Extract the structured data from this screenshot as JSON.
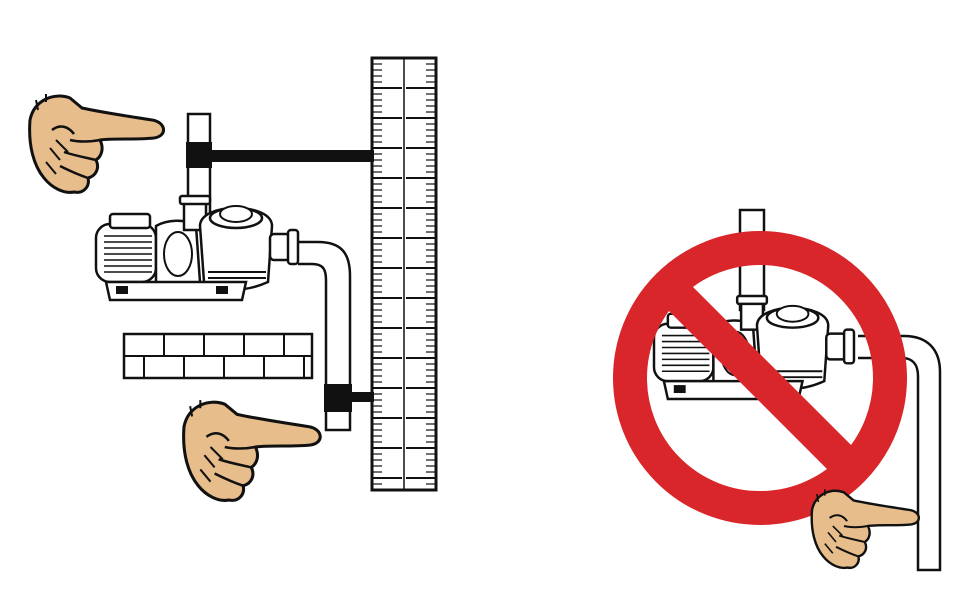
{
  "diagram": {
    "panels": [
      {
        "id": "correct-installation",
        "status": "allowed"
      },
      {
        "id": "incorrect-installation",
        "status": "prohibited"
      }
    ],
    "icons": [
      "pointing-hand-icon",
      "pool-pump-icon",
      "measuring-scale-icon",
      "brick-base-icon",
      "prohibition-sign-icon"
    ],
    "colors": {
      "background": "#ffffff",
      "outline": "#111111",
      "hand_skin": "#e8bd8c",
      "prohibition_red": "#d8262b",
      "scale_background": "#ffffff"
    }
  }
}
